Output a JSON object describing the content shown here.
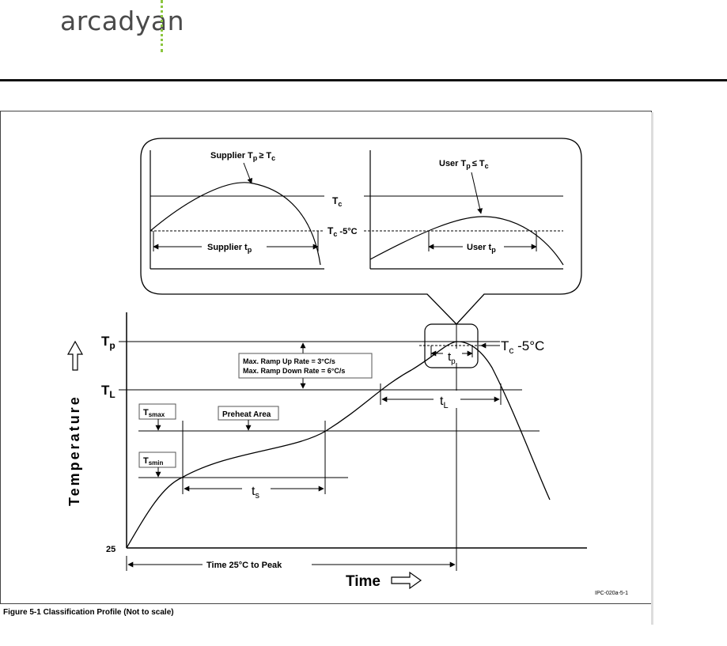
{
  "header": {
    "logo_text": "arcadyan",
    "accent_color": "#8cc63f"
  },
  "diagram": {
    "inset": {
      "supplier_label": "Supplier T",
      "supplier_label_sub": "p",
      "supplier_label_rel": "≥ T",
      "supplier_label_rel_sub": "c",
      "user_label": "User T",
      "user_label_sub": "p",
      "user_label_rel": "≤ T",
      "user_label_rel_sub": "c",
      "tc": "T",
      "tc_sub": "c",
      "tc5": "T",
      "tc5_sub": "c",
      "tc5_suffix": " -5°C",
      "supplier_tp": "Supplier t",
      "supplier_tp_sub": "p",
      "user_tp": "User t",
      "user_tp_sub": "p"
    },
    "main": {
      "y_axis_label": "Temperature",
      "x_axis_label": "Time",
      "tp_label": "T",
      "tp_sub": "p",
      "tl_label": "T",
      "tl_sub": "L",
      "y_25": "25",
      "tsmax": "T",
      "tsmax_sub": "smax",
      "tsmin": "T",
      "tsmin_sub": "smin",
      "preheat": "Preheat Area",
      "ramp_up": "Max. Ramp Up Rate = 3°C/s",
      "ramp_down": "Max. Ramp Down Rate = 6°C/s",
      "ts": "t",
      "ts_sub": "s",
      "tl_small": "t",
      "tl_small_sub": "L",
      "tp_small": "t",
      "tp_small_sub": "p",
      "tc5_right": "T",
      "tc5_right_sub": "c",
      "tc5_right_suffix": " -5°C",
      "time_to_peak": "Time 25°C to Peak",
      "figure_id": "IPC-020a-5-1"
    },
    "caption": "Figure 5-1   Classification Profile (Not to scale)"
  }
}
